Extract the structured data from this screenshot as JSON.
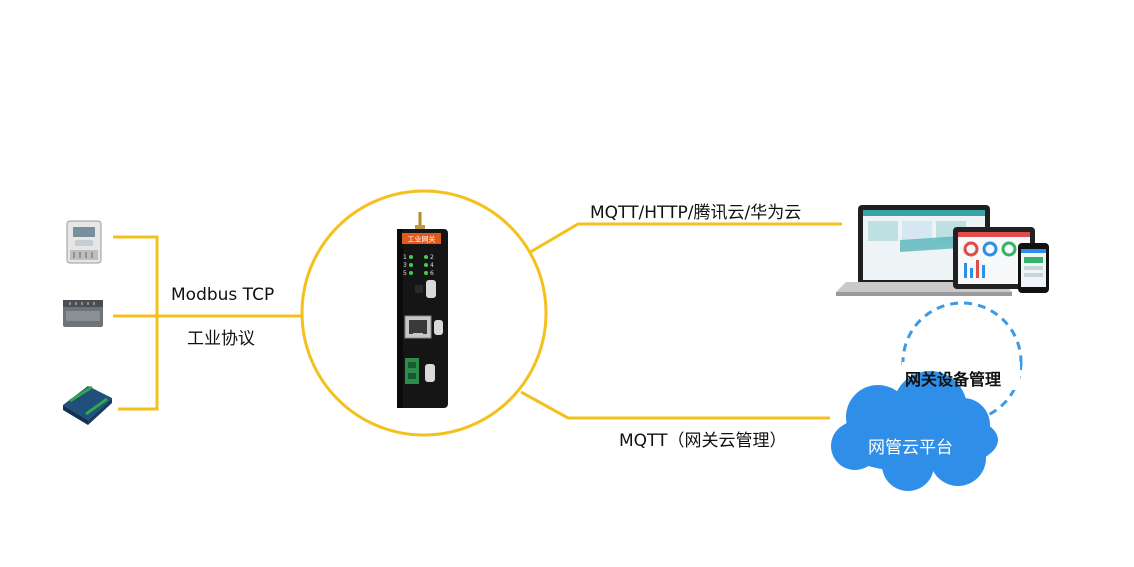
{
  "labels": {
    "left_protocol": "Modbus TCP",
    "left_protocol_cn": "工业协议",
    "top_protocols": "MQTT/HTTP/腾讯云/华为云",
    "bottom_protocol": "MQTT（网关云管理）"
  },
  "cloud": {
    "label": "网管云平台",
    "bubble_label": "网关设备管理",
    "fill_color": "#2f8fe8",
    "bubble_color": "#3f9ae6"
  },
  "gateway": {
    "brand_label": "工业网关",
    "led_labels": [
      "1",
      "2",
      "3",
      "4",
      "5",
      "6"
    ],
    "body_color": "#151515",
    "brand_color": "#e05a1c",
    "led_color": "#3fcf4a"
  },
  "connector_color": "#f4c01e"
}
